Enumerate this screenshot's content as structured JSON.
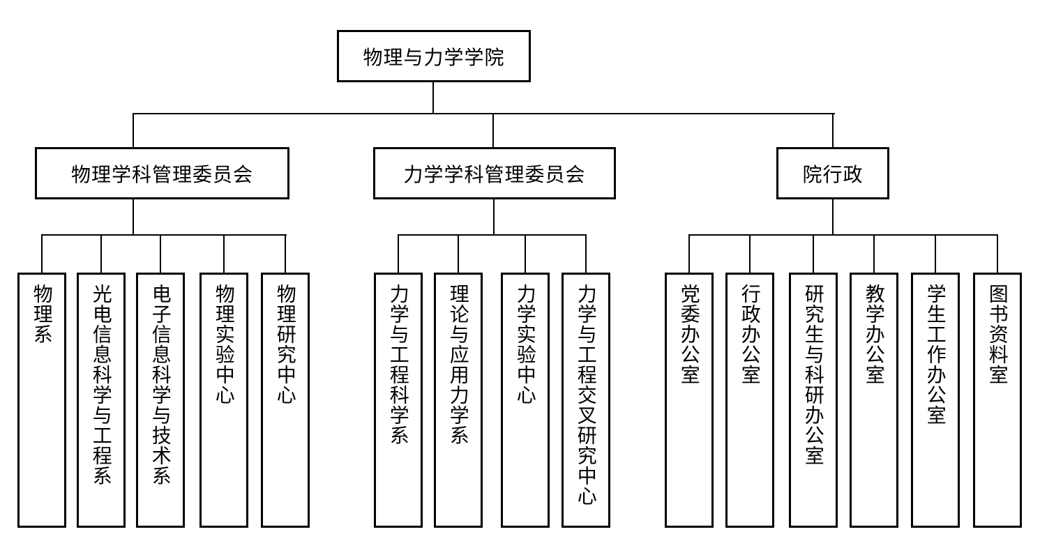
{
  "org": {
    "root": {
      "label": "物理与力学学院"
    },
    "branches": [
      {
        "label": "物理学科管理委员会",
        "children": [
          {
            "label": "物理系"
          },
          {
            "label": "光电信息科学与工程系"
          },
          {
            "label": "电子信息科学与技术系"
          },
          {
            "label": "物理实验中心"
          },
          {
            "label": "物理研究中心"
          }
        ]
      },
      {
        "label": "力学学科管理委员会",
        "children": [
          {
            "label": "力学与工程科学系"
          },
          {
            "label": "理论与应用力学系"
          },
          {
            "label": "力学实验中心"
          },
          {
            "label": "力学与工程交叉研究中心"
          }
        ]
      },
      {
        "label": "院行政",
        "children": [
          {
            "label": "党委办公室"
          },
          {
            "label": "行政办公室"
          },
          {
            "label": "研究生与科研办公室"
          },
          {
            "label": "教学办公室"
          },
          {
            "label": "学生工作办公室"
          },
          {
            "label": "图书资料室"
          }
        ]
      }
    ],
    "colors": {
      "border": "#000000",
      "background": "#ffffff",
      "text": "#000000"
    }
  }
}
